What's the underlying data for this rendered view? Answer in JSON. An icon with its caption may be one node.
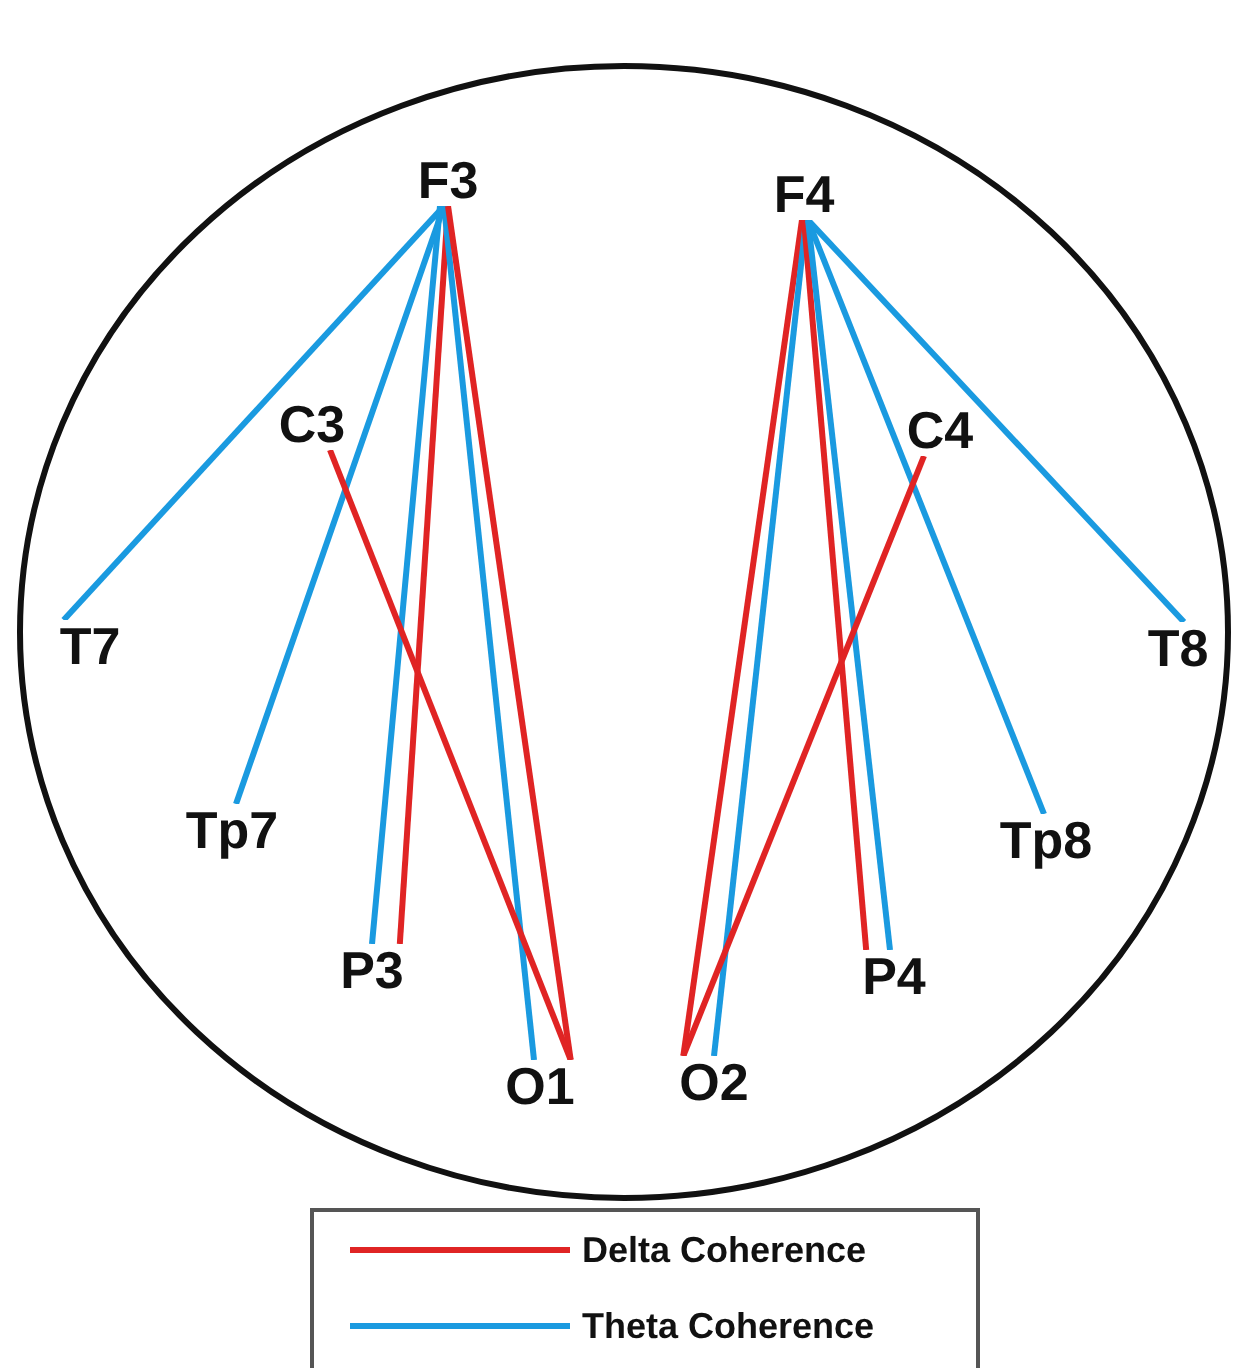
{
  "diagram": {
    "nodes": [
      {
        "text": [
          "F3"
        ]
      },
      {
        "text": [
          "F4"
        ]
      },
      {
        "text": [
          "C3"
        ]
      },
      {
        "text": [
          "C4"
        ]
      },
      {
        "text": [
          "T7"
        ]
      },
      {
        "text": [
          "T8"
        ]
      },
      {
        "text": [
          "Tp7"
        ]
      },
      {
        "text": [
          "Tp8"
        ]
      },
      {
        "text": [
          "P3"
        ]
      },
      {
        "text": [
          "P4"
        ]
      },
      {
        "text": [
          "O1"
        ]
      },
      {
        "text": [
          "O2"
        ]
      }
    ],
    "edges": [
      {
        "from": 0,
        "to": 4,
        "arrow": "none"
      },
      {
        "from": 0,
        "to": 6,
        "arrow": "none"
      },
      {
        "from": 0,
        "to": 8,
        "arrow": "none"
      },
      {
        "from": 0,
        "to": 8,
        "arrow": "none",
        "color": "#e02424"
      },
      {
        "from": 0,
        "to": 10,
        "arrow": "none"
      },
      {
        "from": 0,
        "to": 10,
        "arrow": "none",
        "color": "#e02424"
      },
      {
        "from": 2,
        "to": 10,
        "arrow": "none",
        "color": "#e02424"
      },
      {
        "from": 1,
        "to": 11,
        "arrow": "none",
        "color": "#e02424"
      },
      {
        "from": 1,
        "to": 11,
        "arrow": "none"
      },
      {
        "from": 1,
        "to": 9,
        "arrow": "none",
        "color": "#e02424"
      },
      {
        "from": 1,
        "to": 9,
        "arrow": "none"
      },
      {
        "from": 1,
        "to": 7,
        "arrow": "none"
      },
      {
        "from": 1,
        "to": 5,
        "arrow": "none"
      },
      {
        "from": 3,
        "to": 11,
        "arrow": "none",
        "color": "#e02424"
      }
    ],
    "legend": [
      {
        "text": "Delta Coherence",
        "color": "#e02424"
      },
      {
        "text": "Theta Coherence",
        "color": "#1a9ae0"
      }
    ]
  }
}
